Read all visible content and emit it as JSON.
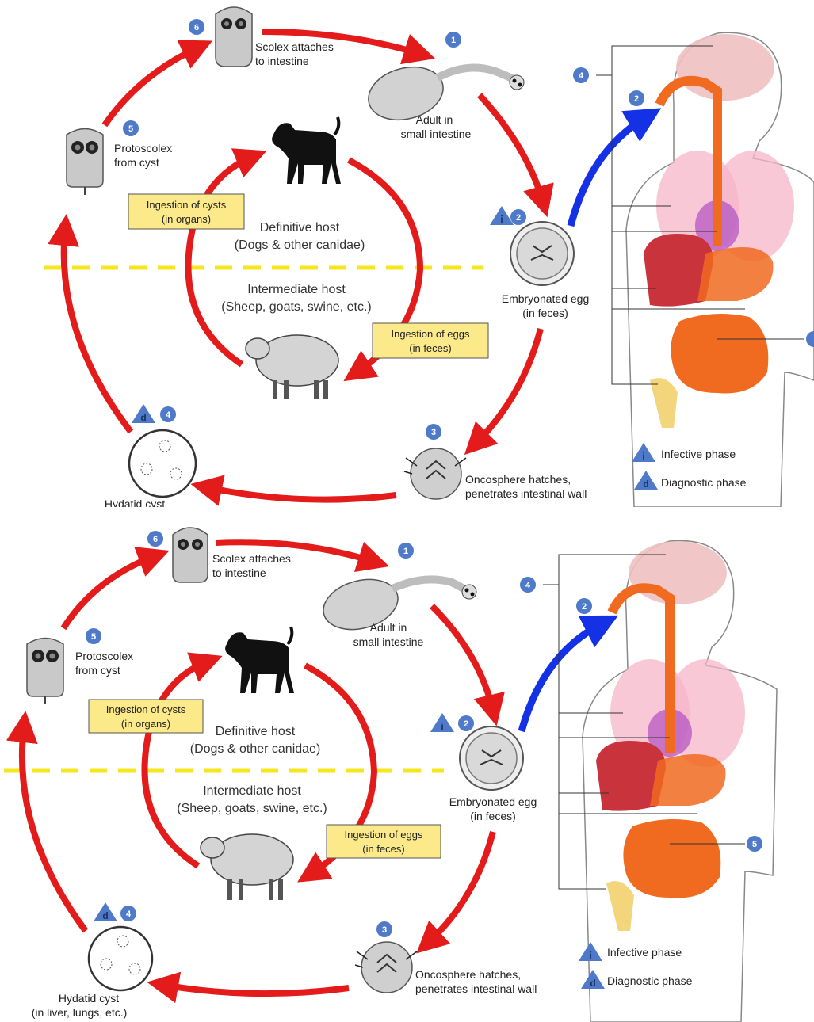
{
  "colors": {
    "cycle_arrow": "#e31b1b",
    "human_arrow": "#1531e6",
    "host_divider": "#f5e61e",
    "label_box": "#fbe98a",
    "marker": "#4f79c9",
    "organ": "#f06a1f",
    "lung": "#f5b6c8",
    "brain": "#f0c0c0"
  },
  "icons": {
    "adult": "adult-tapeworm-icon",
    "dog": "dog-icon",
    "sheep": "sheep-icon",
    "egg": "embryonated-egg-icon",
    "oncosphere": "oncosphere-icon",
    "cyst": "hydatid-cyst-icon",
    "protoscolex": "protoscolex-icon",
    "scolex": "scolex-icon",
    "human": "human-body-icon",
    "infective": "infective-triangle-icon",
    "diagnostic": "diagnostic-triangle-icon"
  },
  "top": {
    "step1": "1",
    "adult_line1": "Adult in",
    "adult_line2": "small intestine",
    "step2": "2",
    "egg_line1": "Embryonated egg",
    "egg_line2": "(in feces)",
    "step3": "3",
    "onco_line1": "Oncosphere hatches,",
    "onco_line2": "penetrates intestinal wall",
    "step4": "4",
    "cyst_line1": "Hydatid cyst",
    "step5": "5",
    "proto_line1": "Protoscolex",
    "proto_line2": "from cyst",
    "step6": "6",
    "scolex_line1": "Scolex attaches",
    "scolex_line2": "to intestine",
    "def_host_line1": "Definitive host",
    "def_host_line2": "(Dogs & other canidae)",
    "int_host_line1": "Intermediate host",
    "int_host_line2": "(Sheep, goats, swine, etc.)",
    "cysts_box_line1": "Ingestion of cysts",
    "cysts_box_line2": "(in organs)",
    "eggs_box_line1": "Ingestion of eggs",
    "eggs_box_line2": "(in feces)",
    "human_marker_4": "4",
    "human_marker_2": "2",
    "legend_infective": "Infective phase",
    "legend_diagnostic": "Diagnostic phase",
    "infective_letter": "i",
    "diagnostic_letter": "d"
  },
  "bottom": {
    "step1": "1",
    "adult_line1": "Adult in",
    "adult_line2": "small intestine",
    "step2": "2",
    "egg_line1": "Embryonated egg",
    "egg_line2": "(in feces)",
    "step3": "3",
    "onco_line1": "Oncosphere hatches,",
    "onco_line2": "penetrates intestinal wall",
    "step4": "4",
    "cyst_line1": "Hydatid cyst",
    "cyst_line2": "(in liver, lungs, etc.)",
    "step5": "5",
    "proto_line1": "Protoscolex",
    "proto_line2": "from cyst",
    "step6": "6",
    "scolex_line1": "Scolex attaches",
    "scolex_line2": "to intestine",
    "def_host_line1": "Definitive host",
    "def_host_line2": "(Dogs & other canidae)",
    "int_host_line1": "Intermediate host",
    "int_host_line2": "(Sheep, goats, swine, etc.)",
    "cysts_box_line1": "Ingestion of cysts",
    "cysts_box_line2": "(in organs)",
    "eggs_box_line1": "Ingestion of eggs",
    "eggs_box_line2": "(in feces)",
    "human_marker_4": "4",
    "human_marker_2": "2",
    "human_marker_5": "5",
    "legend_infective": "Infective phase",
    "legend_diagnostic": "Diagnostic phase",
    "infective_letter": "i",
    "diagnostic_letter": "d"
  }
}
